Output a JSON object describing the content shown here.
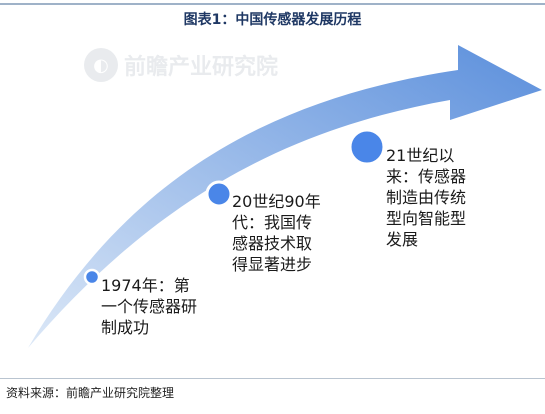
{
  "title": "图表1：中国传感器发展历程",
  "watermark": "前瞻产业研究院",
  "source": "资料来源：前瞻产业研究院整理",
  "colors": {
    "arrow_light": "#dce8f7",
    "arrow_dark": "#5b8fdc",
    "node_fill": "#4a86e8",
    "node_stroke": "#ffffff",
    "title": "#1f3864"
  },
  "milestones": [
    {
      "label": "1974年：第\n一个传感器研\n制成功"
    },
    {
      "label": "20世纪90年\n代：我国传\n感器技术取\n得显著进步"
    },
    {
      "label": "21世纪以\n来：传感器\n制造由传统\n型向智能型\n发展"
    }
  ]
}
